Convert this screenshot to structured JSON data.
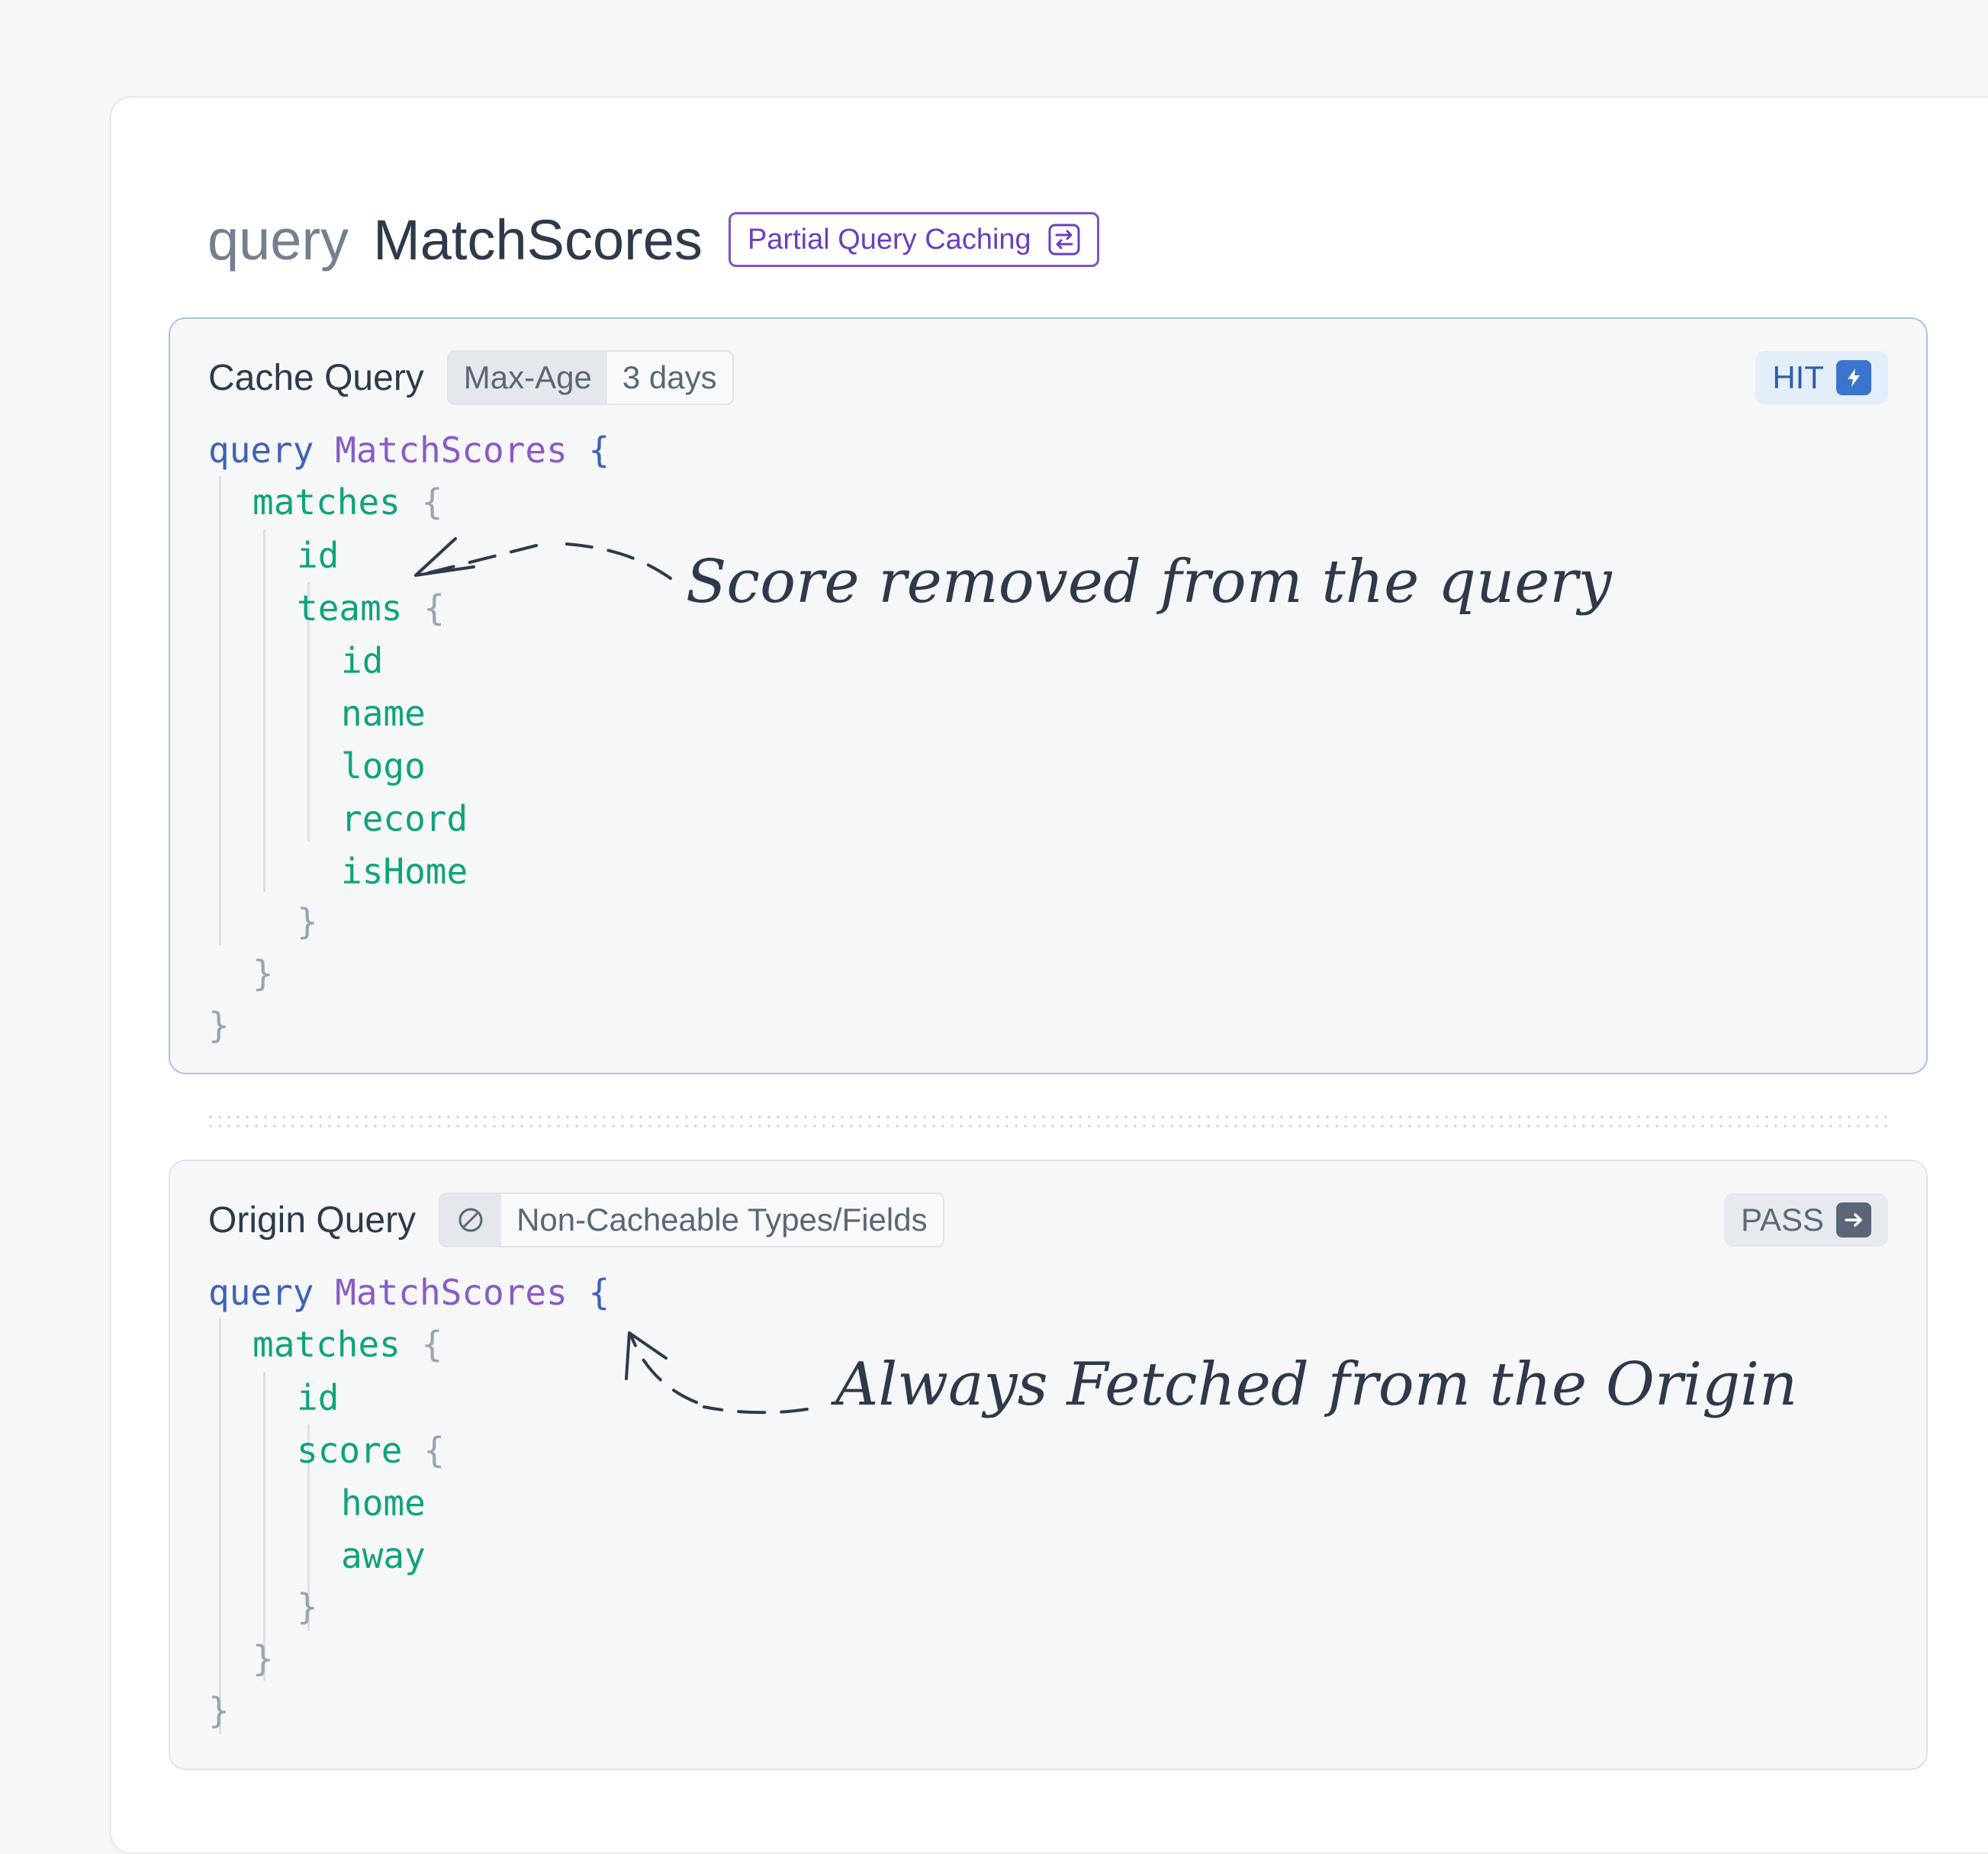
{
  "title": {
    "keyword": "query",
    "name": "MatchScores",
    "badge_label": "Partial Query Caching",
    "badge_icon": "swap-arrows-icon"
  },
  "cache_panel": {
    "title": "Cache Query",
    "maxage_label": "Max-Age",
    "maxage_value": "3 days",
    "status_label": "HIT",
    "status_icon": "lightning-icon",
    "annotation": "Score removed from the query",
    "code": {
      "line1_kw": "query",
      "line1_op": "MatchScores",
      "line1_brace": "{",
      "matches": "matches",
      "matches_brace": "{",
      "id": "id",
      "teams": "teams",
      "teams_brace": "{",
      "team_fields": [
        "id",
        "name",
        "logo",
        "record",
        "isHome"
      ],
      "close_brace": "}"
    }
  },
  "origin_panel": {
    "title": "Origin Query",
    "filter_icon": "blocked-icon",
    "filter_label": "Non-Cacheable Types/Fields",
    "status_label": "PASS",
    "status_icon": "arrow-right-icon",
    "annotation": "Always Fetched from the Origin",
    "code": {
      "line1_kw": "query",
      "line1_op": "MatchScores",
      "line1_brace": "{",
      "matches": "matches",
      "matches_brace": "{",
      "id": "id",
      "score": "score",
      "score_brace": "{",
      "score_fields": [
        "home",
        "away"
      ],
      "close_brace": "}"
    }
  }
}
